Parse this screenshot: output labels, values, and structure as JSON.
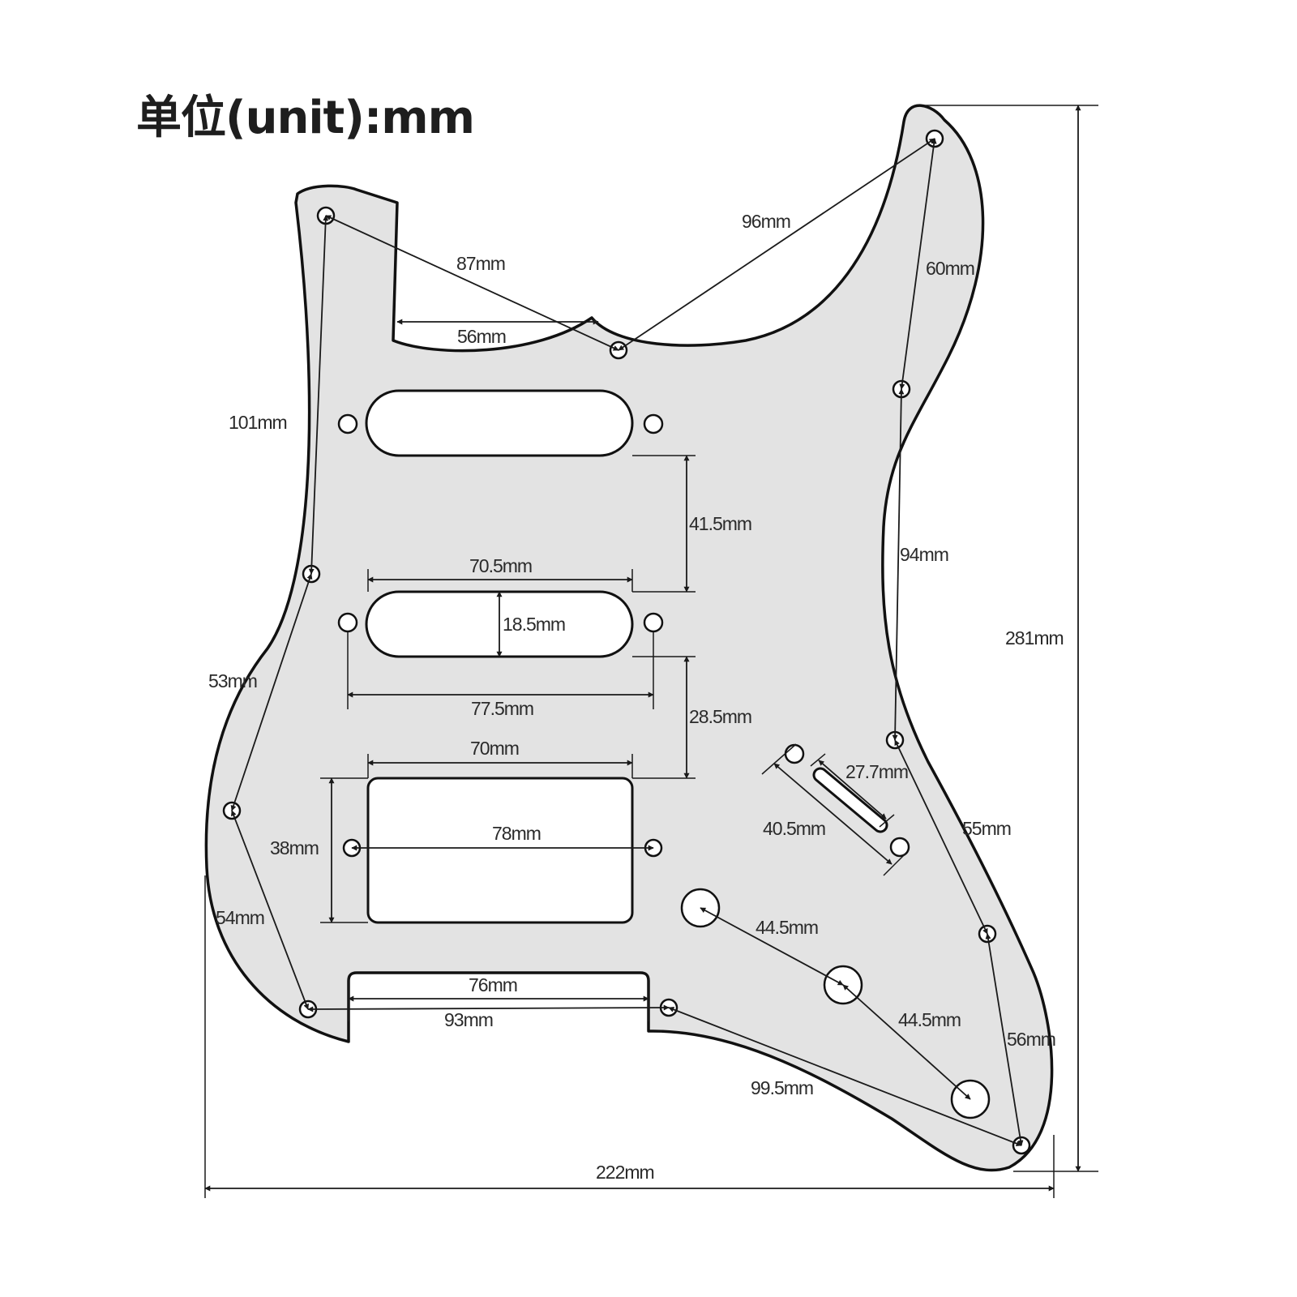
{
  "title": "单位(unit):mm",
  "colors": {
    "plate_fill": "#e3e3e3",
    "outline": "#111111",
    "dim_line": "#1a1a1a",
    "hole_fill": "#ffffff"
  },
  "dimensions": {
    "d87": "87mm",
    "d56": "56mm",
    "d96": "96mm",
    "d60": "60mm",
    "d101": "101mm",
    "d41_5": "41.5mm",
    "d70_5": "70.5mm",
    "d18_5": "18.5mm",
    "d94": "94mm",
    "d281": "281mm",
    "d53": "53mm",
    "d77_5": "77.5mm",
    "d28_5": "28.5mm",
    "d70": "70mm",
    "d27_7": "27.7mm",
    "d38": "38mm",
    "d78": "78mm",
    "d40_5": "40.5mm",
    "d55": "55mm",
    "d54": "54mm",
    "d44_5a": "44.5mm",
    "d76": "76mm",
    "d93": "93mm",
    "d44_5b": "44.5mm",
    "d56b": "56mm",
    "d99_5": "99.5mm",
    "d222": "222mm"
  }
}
